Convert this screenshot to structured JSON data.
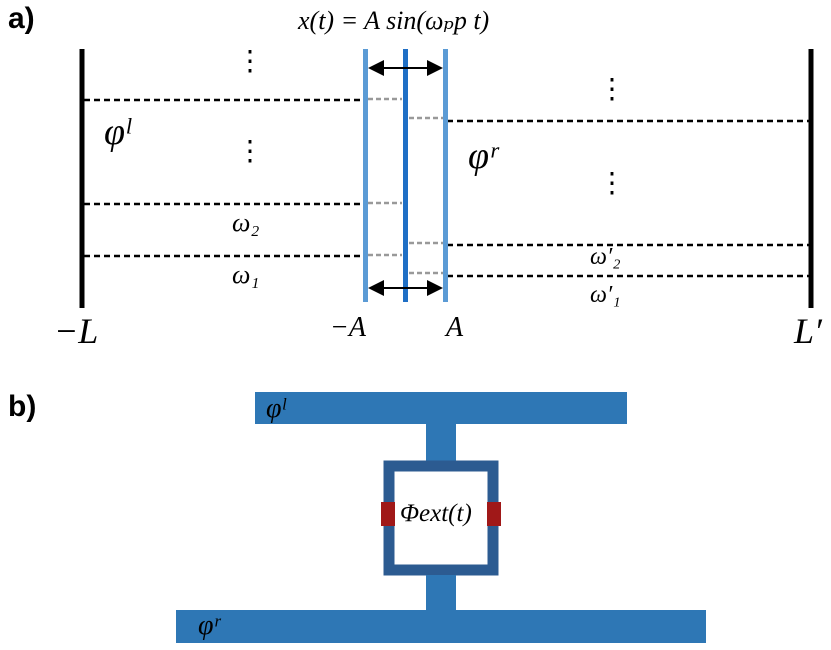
{
  "panel_a": {
    "label": "a)",
    "equation": "x(t) = A sin(ωₚp t)",
    "left_field": "φˡ",
    "right_field": "φʳ",
    "left_modes": [
      "ω₂",
      "ω₁"
    ],
    "right_modes": [
      "ω′₂",
      "ω′₁"
    ],
    "axis_labels": {
      "left_wall": "−L",
      "mirror_left": "−A",
      "mirror_right": "A",
      "right_wall": "L′"
    },
    "ellipsis": "⋮"
  },
  "panel_b": {
    "label": "b)",
    "top_line": "φˡ",
    "bottom_line": "φʳ",
    "flux": "Φext(t)"
  },
  "colors": {
    "walls": "#000000",
    "mirror_light": "#5b9bd5",
    "mirror_dark": "#1f6fc5",
    "gray_dashes": "#999999",
    "transmission_line": "#2e77b5",
    "squid_frame": "#2c5b91",
    "junction": "#a01818"
  }
}
